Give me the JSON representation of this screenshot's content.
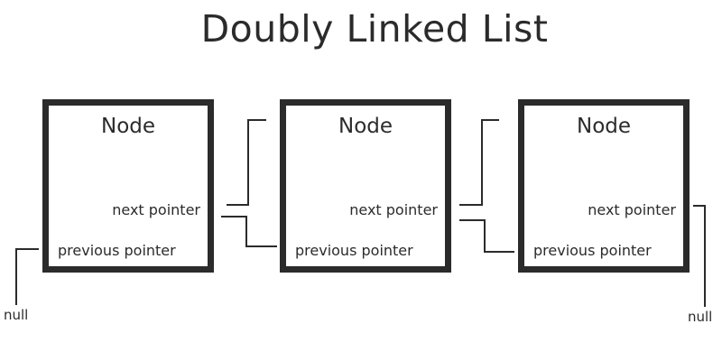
{
  "title": "Doubly Linked List",
  "nodes": [
    {
      "title": "Node",
      "next_label": "next pointer",
      "prev_label": "previous pointer"
    },
    {
      "title": "Node",
      "next_label": "next pointer",
      "prev_label": "previous pointer"
    },
    {
      "title": "Node",
      "next_label": "next pointer",
      "prev_label": "previous pointer"
    }
  ],
  "null_start": "null",
  "null_end": "null",
  "colors": {
    "stroke": "#2b2b2b",
    "background": "#ffffff"
  }
}
